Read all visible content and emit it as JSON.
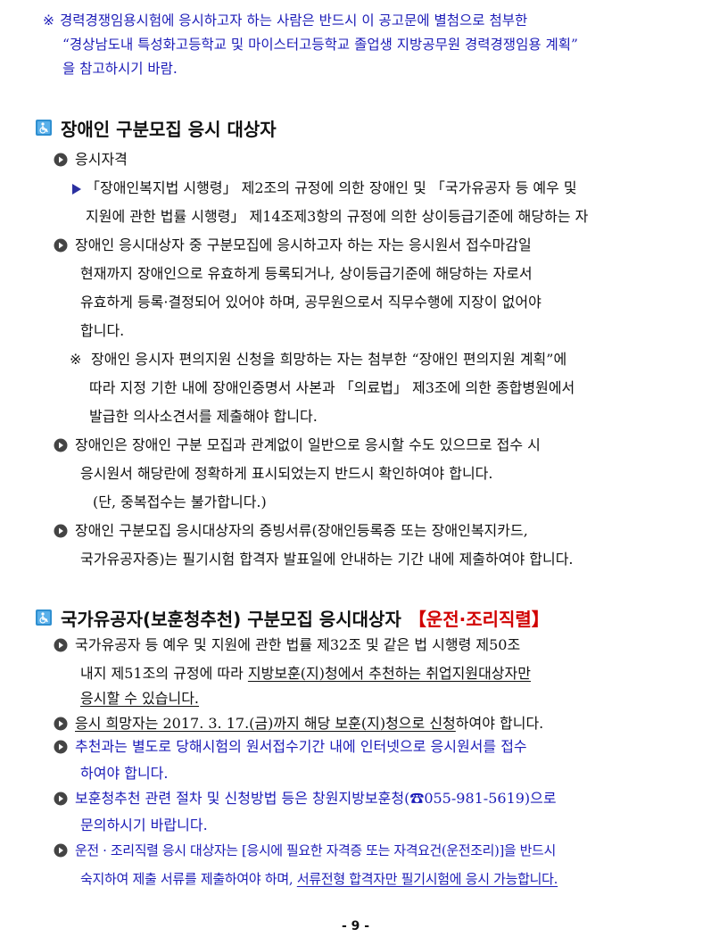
{
  "notice": {
    "mark": "※",
    "line1": "경력경쟁임용시험에 응시하고자 하는 사람은 반드시 이 공고문에 별첨으로 첨부한",
    "line2": "“경상남도내 특성화고등학교 및 마이스터고등학교 졸업생 지방공무원 경력경쟁임용 계획”",
    "line3": "을 참고하시기 바람."
  },
  "section1": {
    "title": "장애인 구분모집 응시 대상자",
    "qual_label": "응시자격",
    "qual_line1": "「장애인복지법 시행령」 제2조의 규정에 의한 장애인 및 「국가유공자 등 예우 및",
    "qual_line2": "지원에 관한 법률 시행령」 제14조제3항의 규정에 의한 상이등급기준에 해당하는 자",
    "p1_line1": "장애인 응시대상자 중 구분모집에 응시하고자 하는 자는 응시원서 접수마감일",
    "p1_line2": "현재까지 장애인으로 유효하게 등록되거나, 상이등급기준에 해당하는 자로서",
    "p1_line3": "유효하게 등록·결정되어 있어야 하며, 공무원으로서 직무수행에 지장이 없어야",
    "p1_line4": "합니다.",
    "note_mark": "※",
    "note_line1": "장애인 응시자 편의지원 신청을 희망하는 자는 첨부한 “장애인 편의지원 계획”에",
    "note_line2": "따라 지정 기한 내에 장애인증명서 사본과 「의료법」 제3조에 의한 종합병원에서",
    "note_line3": "발급한 의사소견서를 제출해야 합니다.",
    "p2_line1": "장애인은 장애인 구분 모집과 관계없이 일반으로 응시할 수도 있으므로 접수 시",
    "p2_line2": "응시원서 해당란에 정확하게 표시되었는지 반드시 확인하여야 합니다.",
    "p2_line3": "(단, 중복접수는 불가합니다.)",
    "p3_line1": "장애인 구분모집 응시대상자의 증빙서류(장애인등록증 또는 장애인복지카드,",
    "p3_line2": "국가유공자증)는 필기시험 합격자 발표일에 안내하는 기간 내에 제출하여야 합니다."
  },
  "section2": {
    "title": "국가유공자(보훈청추천) 구분모집 응시대상자",
    "title_tag": "【운전·조리직렬】",
    "a_line1": "국가유공자 등 예우 및 지원에 관한 법률 제32조 및 같은 법 시행령 제50조",
    "a_line2_plain": "내지 제51조의 규정에 따라 ",
    "a_line2_u": "지방보훈(지)청에서 추천하는 취업지원대상자만",
    "a_line3_u": "응시할 수 있습니다.",
    "b_u": "응시 희망자는 2017. 3. 17.(금)까지 해당 보훈(지)청으로 신청",
    "b_rest": "하여야 합니다.",
    "c_line1": "추천과는 별도로 당해시험의 원서접수기간 내에 인터넷으로 응시원서를 접수",
    "c_line2": "하여야 합니다.",
    "d_line1": "보훈청추천 관련 절차 및 신청방법 등은 창원지방보훈청(☎055-981-5619)으로",
    "d_line2": "문의하시기 바랍니다.",
    "e_line1": "운전 · 조리직렬 응시 대상자는 [응시에 필요한 자격증 또는 자격요건(운전조리)]을 반드시",
    "e_line2_plain": "숙지하여 제출 서류를 제출하여야 하며, ",
    "e_line2_u": "서류전형 합격자만 필기시험에 응시 가능합니다."
  },
  "footer": {
    "page": "- 9 -"
  },
  "colors": {
    "blue_text": "#1c1cb8",
    "red_tag": "#d10000",
    "icon_blue": "#2f8fd0"
  },
  "icons": {
    "section": "wheelchair-icon",
    "bullet": "circle-arrow-bullet-icon",
    "pointer": "triangle-pointer-icon"
  }
}
